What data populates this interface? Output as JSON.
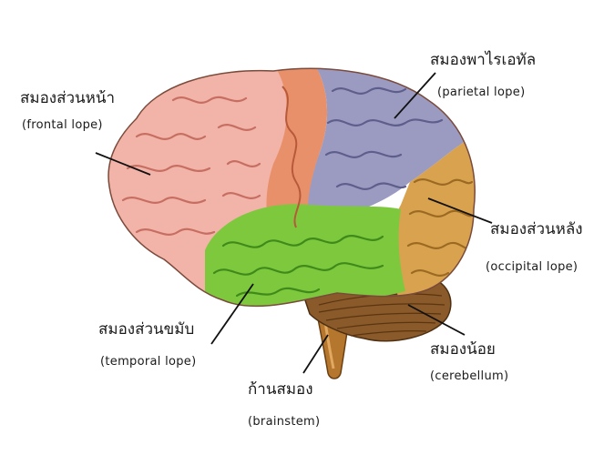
{
  "labels": {
    "frontal": {
      "thai": "สมองส่วนหน้า",
      "english": "(frontal lope)"
    },
    "parietal": {
      "thai": "สมองพาไรเอทัล",
      "english": "(parietal lope)"
    },
    "occipital": {
      "thai": "สมองส่วนหลัง",
      "english": "(occipital lope)"
    },
    "temporal": {
      "thai": "สมองส่วนขมับ",
      "english": "(temporal lope)"
    },
    "cerebellum": {
      "thai": "สมองน้อย",
      "english": "(cerebellum)"
    },
    "brainstem": {
      "thai": "ก้านสมอง",
      "english": "(brainstem)"
    }
  },
  "colors": {
    "frontal": "#f2b3a8",
    "frontal_edge": "#e07a6a",
    "motor_strip": "#e8906a",
    "parietal": "#9b9bc2",
    "occipital": "#d9a24e",
    "temporal": "#7ec83e",
    "cerebellum": "#8a5a2b",
    "brainstem": "#b5762d",
    "leader_line": "#111111"
  }
}
